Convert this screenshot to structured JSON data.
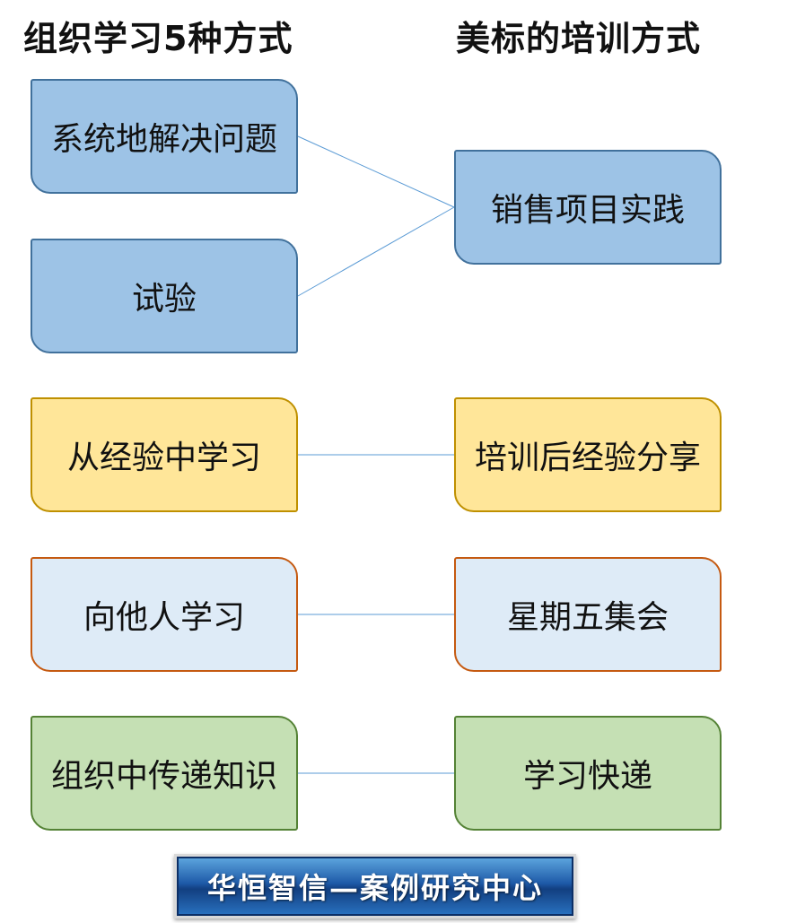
{
  "headings": {
    "left": "组织学习5种方式",
    "right": "美标的培训方式"
  },
  "left_boxes": [
    {
      "label": "系统地解决问题",
      "color": "#9dc3e6"
    },
    {
      "label": "试验",
      "color": "#9dc3e6"
    },
    {
      "label": "从经验中学习",
      "color": "#ffe699"
    },
    {
      "label": "向他人学习",
      "color": "#deebf7"
    },
    {
      "label": "组织中传递知识",
      "color": "#c5e0b4"
    }
  ],
  "right_boxes": [
    {
      "label": "销售项目实践",
      "color": "#9dc3e6"
    },
    {
      "label": "培训后经验分享",
      "color": "#ffe699"
    },
    {
      "label": "星期五集会",
      "color": "#deebf7"
    },
    {
      "label": "学习快递",
      "color": "#c5e0b4"
    }
  ],
  "connections": [
    {
      "from": "系统地解决问题",
      "to": "销售项目实践"
    },
    {
      "from": "试验",
      "to": "销售项目实践"
    },
    {
      "from": "从经验中学习",
      "to": "培训后经验分享"
    },
    {
      "from": "向他人学习",
      "to": "星期五集会"
    },
    {
      "from": "组织中传递知识",
      "to": "学习快递"
    }
  ],
  "line_color": "#5b9bd5",
  "banner": {
    "text": "华恒智信—案例研究中心"
  }
}
